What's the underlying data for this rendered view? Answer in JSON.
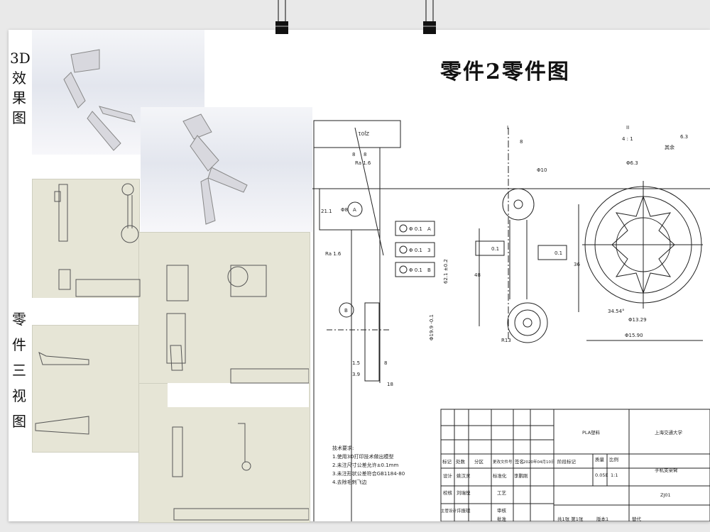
{
  "poster": {
    "title": "零件2零件图",
    "label_3d": [
      "3D",
      "效",
      "果",
      "图"
    ],
    "label_views": [
      "零",
      "件",
      "三",
      "视",
      "图"
    ]
  },
  "drawing": {
    "part_code_flipped": "ZJ01",
    "dims_left": {
      "w1": "8",
      "w2": "8",
      "ra_top": "Ra 1.6",
      "phi8": "Φ8",
      "h21": "21.1",
      "ra_bottom": "Ra 1.6",
      "datum_a": "A",
      "datum_b": "B",
      "tol1": [
        "Φ 0.1",
        "A"
      ],
      "tol2": [
        "Φ 0.1",
        "3"
      ],
      "tol3": [
        "Φ 0.1",
        "B"
      ],
      "len": "62.1 ±0.2",
      "dia": "Φ19.9 -0.1",
      "d15": "1.5",
      "d39": "3.9",
      "d8": "8",
      "d18": "18"
    },
    "dims_mid": {
      "section": "I",
      "w8": "8",
      "phi10": "Φ10",
      "flat1": "0.1",
      "flat2": "0.1",
      "h48": "48",
      "h36": "36",
      "r13": "R13"
    },
    "dims_right": {
      "section": "II",
      "scale": "4 : 1",
      "rough": "6.3",
      "rest": "其余",
      "phi63": "Φ6.3",
      "angle": "34.54°",
      "phi1329": "Φ13.29",
      "phi159": "Φ15.90"
    },
    "tech_req": {
      "heading": "技术要求:",
      "items": [
        "1.使用3D打印技术做出模型",
        "2.未注尺寸公差允许±0.1mm",
        "3.未注形状公差符合GB1184-80",
        "4.去除毛刺飞边"
      ]
    },
    "title_block": {
      "material": "PLA塑料",
      "school": "上海交通大学",
      "hdr": [
        "标记",
        "处数",
        "分区",
        "更改文件号",
        "签名",
        "2020年04月10日"
      ],
      "stage": "阶段标记",
      "mass_label": "质量",
      "scale_label": "比例",
      "mass": "0.05E",
      "scale": "1:1",
      "part_name": "手机支架臂",
      "drawing_no": "ZJ01",
      "design": "设计",
      "designer": "姚汉灵",
      "standard": "标准化",
      "standard_person": "李鹏刚",
      "check": "校核",
      "checker": "刘瑞悦",
      "craft": "工艺",
      "chief": "主管设计",
      "chief_person": "许振璞",
      "review": "审核",
      "approve": "批准",
      "sheets": "共1张 第1张",
      "version": "版本1",
      "replace": "替代"
    }
  }
}
